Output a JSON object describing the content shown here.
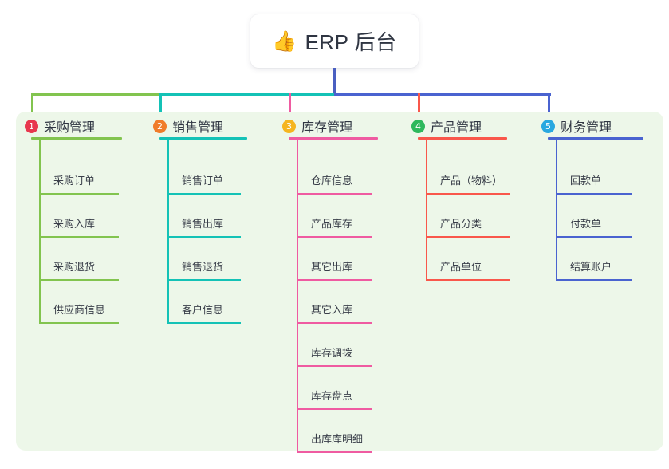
{
  "root": {
    "icon": "thumbs-up-emoji",
    "emoji": "👍",
    "label": "ERP 后台"
  },
  "theme": {
    "page_background": "#ffffff",
    "panel_background": "#edf7e9",
    "root_background": "#ffffff",
    "text_color": "#2f3542",
    "leaf_text_color": "#3a3f4a",
    "root_stem_color": "#4a5fc1"
  },
  "columns": [
    {
      "number": "1",
      "title": "采购管理",
      "badge_color": "#e8384f",
      "line_color": "#82c44f",
      "items": [
        "采购订单",
        "采购入库",
        "采购退货",
        "供应商信息"
      ]
    },
    {
      "number": "2",
      "title": "销售管理",
      "badge_color": "#f07c2a",
      "line_color": "#14c2b6",
      "items": [
        "销售订单",
        "销售出库",
        "销售退货",
        "客户信息"
      ]
    },
    {
      "number": "3",
      "title": "库存管理",
      "badge_color": "#f5b51f",
      "line_color": "#ef5ba1",
      "items": [
        "仓库信息",
        "产品库存",
        "其它出库",
        "其它入库",
        "库存调拨",
        "库存盘点",
        "出库库明细"
      ]
    },
    {
      "number": "4",
      "title": "产品管理",
      "badge_color": "#2eb85c",
      "line_color": "#f9574b",
      "items": [
        "产品（物料）",
        "产品分类",
        "产品单位"
      ]
    },
    {
      "number": "5",
      "title": "财务管理",
      "badge_color": "#29a8e0",
      "line_color": "#4a63d0",
      "items": [
        "回款单",
        "付款单",
        "结算账户"
      ]
    }
  ]
}
